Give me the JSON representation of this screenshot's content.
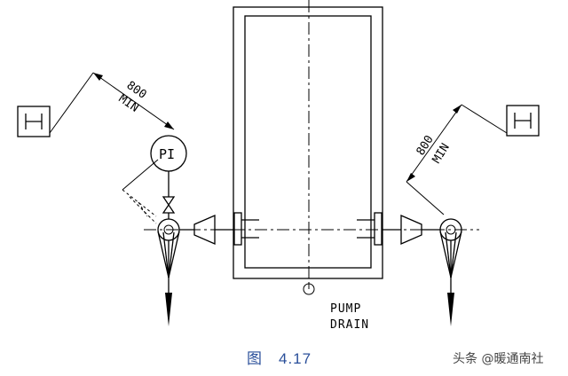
{
  "labels": {
    "dim_left_value": "800",
    "dim_left_unit": "MIN",
    "dim_right_value": "800",
    "dim_right_unit": "MIN",
    "gauge": "PI",
    "drain_line1": "PUMP",
    "drain_line2": "DRAIN"
  },
  "caption": {
    "prefix": "图",
    "number": "4.17"
  },
  "watermark": "头条 @暖通南社"
}
